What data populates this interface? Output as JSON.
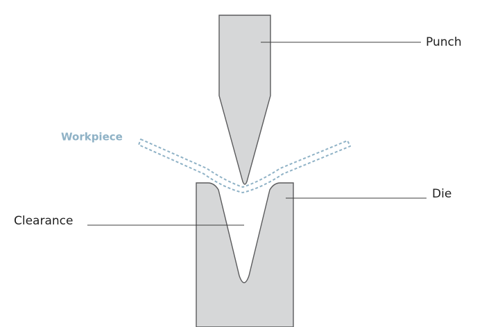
{
  "labels": {
    "punch": "Punch",
    "die": "Die",
    "clearance": "Clearance",
    "workpiece": "Workpiece"
  },
  "colors": {
    "part_fill": "#d6d7d8",
    "part_stroke": "#5a5a5c",
    "workpiece": "#8fb2c6",
    "text": "#1e1e1e"
  }
}
